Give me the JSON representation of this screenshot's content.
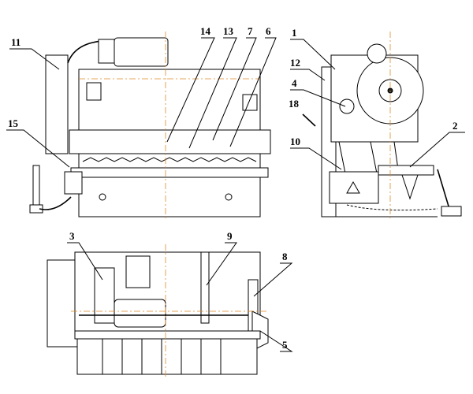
{
  "labels": {
    "l1": "1",
    "l2": "2",
    "l3": "3",
    "l4": "4",
    "l5": "5",
    "l6": "6",
    "l7": "7",
    "l8": "8",
    "l9": "9",
    "l10": "10",
    "l11": "11",
    "l12": "12",
    "l13": "13",
    "l14": "14",
    "l15": "15",
    "l18": "18"
  },
  "colors": {
    "line": "#000000",
    "centerline": "#e08a2a"
  }
}
